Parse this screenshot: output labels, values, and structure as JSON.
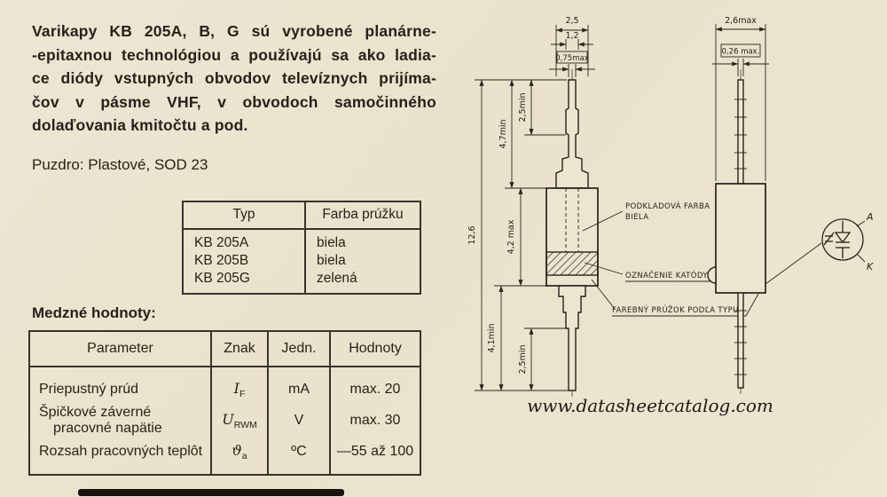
{
  "page": {
    "paper_color": "#ece5d0",
    "ink_color": "#26221a"
  },
  "intro": {
    "lines": [
      "Varikapy KB 205A, B, G sú vyrobené planárne-",
      "-epitaxnou technológiou a používajú sa ako ladia-",
      "ce diódy vstupných obvodov televíznych prijíma-",
      "čov v pásme VHF, v obvodoch samočinného",
      "dolaďovania kmitočtu a pod."
    ]
  },
  "package_line": "Puzdro: Plastové, SOD 23",
  "type_table": {
    "headers": [
      "Typ",
      "Farba prúžku"
    ],
    "rows": [
      {
        "typ": "KB 205A",
        "farba": "biela"
      },
      {
        "typ": "KB 205B",
        "farba": "biela"
      },
      {
        "typ": "KB 205G",
        "farba": "zelená"
      }
    ]
  },
  "limits": {
    "title": "Medzné hodnoty:",
    "headers": [
      "Parameter",
      "Znak",
      "Jedn.",
      "Hodnoty"
    ],
    "rows": [
      {
        "param": "Priepustný prúd",
        "sym": "I",
        "sub": "F",
        "unit": "mA",
        "value": "max. 20"
      },
      {
        "param_line1": "Špičkové záverné",
        "param_line2": "pracovné napätie",
        "sym": "U",
        "sub": "RWM",
        "unit": "V",
        "value": "max. 30"
      },
      {
        "param": "Rozsah pracovných teplôt",
        "sym": "ϑ",
        "sub": "a",
        "unit": "ºC",
        "value": "—55 až 100"
      }
    ]
  },
  "drawing": {
    "dims": {
      "top_width": "2,5",
      "mid_width": "1,2",
      "tip_width": "0,75max",
      "total_len": "12,6",
      "lead_top_len": "4,7min",
      "tip_len_top": "2,5min",
      "body_len": "4,2 max",
      "lead_bot_len": "4,1min",
      "tip_len_bot": "2,5min",
      "flat_width": "2,6max",
      "flat_thickness": "0,26 max."
    },
    "labels": {
      "base_color_1": "PODKLADOVÁ FARBA",
      "base_color_2": "BIELA",
      "cathode_mark": "OZNAČENIE KATÓDY",
      "stripe": "FAREBNÝ PRÚŽOK PODĽA TYPU",
      "anode": "A",
      "cathode": "K"
    }
  },
  "watermark": "www.datasheetcatalog.com"
}
